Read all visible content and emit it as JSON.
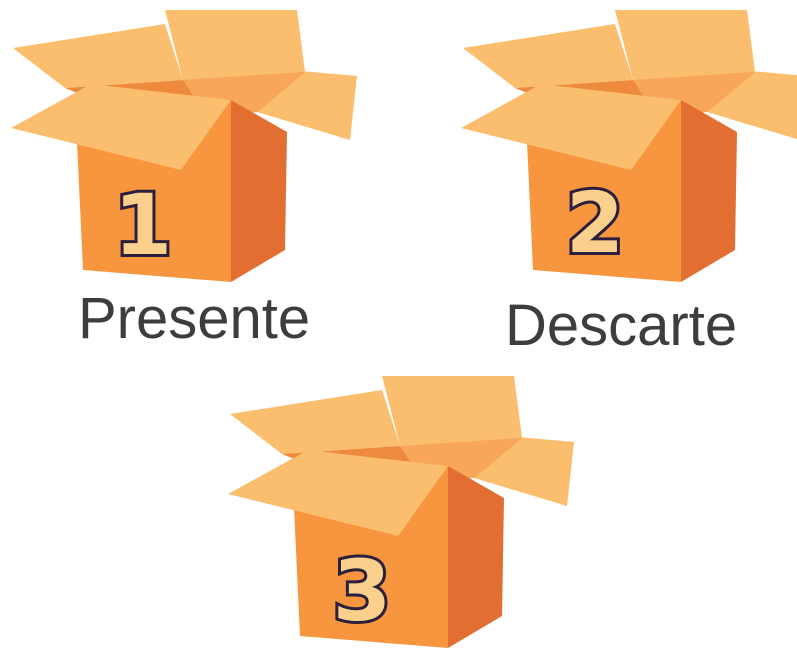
{
  "colors": {
    "flap_light": "#fbbd6e",
    "box_front": "#f8963f",
    "box_side": "#e36e31",
    "box_inside_back": "#f7a65a",
    "box_inside_dark": "#ed8a3d",
    "number_fill": "#fbd08c",
    "number_stroke": "#2a1f3d",
    "label_text": "#3d3d3d"
  },
  "boxes": [
    {
      "number": "1",
      "label": "Presente",
      "icon": "open-box-icon"
    },
    {
      "number": "2",
      "label": "Descarte",
      "icon": "open-box-icon"
    },
    {
      "number": "3",
      "label": "",
      "icon": "open-box-icon"
    }
  ]
}
